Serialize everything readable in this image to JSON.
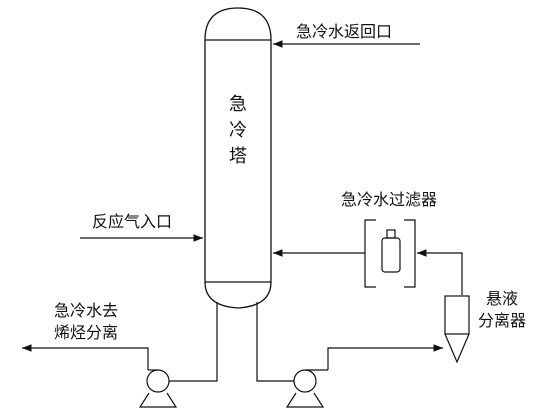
{
  "labels": {
    "tower": [
      "急",
      "冷",
      "塔"
    ],
    "return_inlet": "急冷水返回口",
    "reactor_gas_inlet": "反应气入口",
    "filter": "急冷水过滤器",
    "separator": [
      "悬液",
      "分离器"
    ],
    "outlet": [
      "急冷水去",
      "烯烃分离"
    ]
  },
  "colors": {
    "stroke": "#111111",
    "background": "#ffffff"
  }
}
